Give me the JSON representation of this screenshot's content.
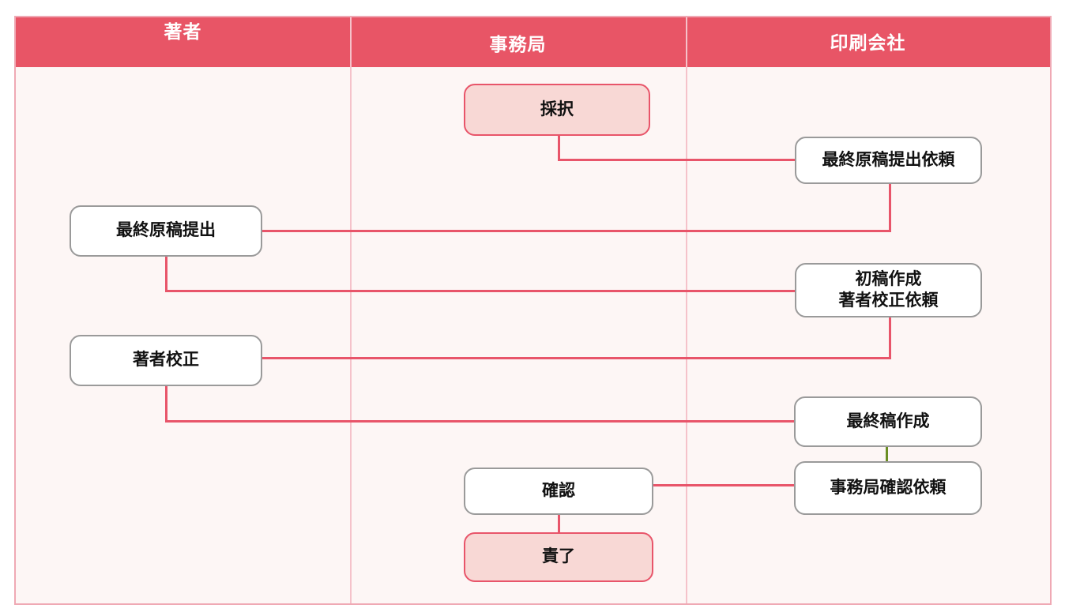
{
  "colors": {
    "header_bg": "#e85566",
    "header_text": "#ffffff",
    "lane_bg": "#fdf6f5",
    "frame_border": "#efa9b4",
    "lane_divider": "#f5c2ca",
    "connector_red": "#e8556a",
    "connector_green": "#6b8e23",
    "node_border_gray": "#9a9a9a",
    "node_accent_border": "#e8556a",
    "node_accent_fill": "#f8d8d5",
    "node_text": "#111111"
  },
  "lanes": [
    {
      "label": "著者"
    },
    {
      "label": "事務局"
    },
    {
      "label": "印刷会社"
    }
  ],
  "nodes": {
    "adoption": {
      "label": "採択",
      "lane": "事務局",
      "style": "accent"
    },
    "final_ms_request": {
      "label": "最終原稿提出依頼",
      "lane": "印刷会社",
      "style": "plain"
    },
    "final_ms_submit": {
      "label": "最終原稿提出",
      "lane": "著者",
      "style": "plain"
    },
    "first_draft": {
      "lines": [
        "初稿作成",
        "著者校正依頼"
      ],
      "lane": "印刷会社",
      "style": "plain"
    },
    "author_proof": {
      "label": "著者校正",
      "lane": "著者",
      "style": "plain"
    },
    "final_draft": {
      "label": "最終稿作成",
      "lane": "印刷会社",
      "style": "plain"
    },
    "office_check_request": {
      "label": "事務局確認依頼",
      "lane": "印刷会社",
      "style": "plain"
    },
    "check": {
      "label": "確認",
      "lane": "事務局",
      "style": "plain"
    },
    "final_approval": {
      "label": "責了",
      "lane": "事務局",
      "style": "accent"
    }
  }
}
